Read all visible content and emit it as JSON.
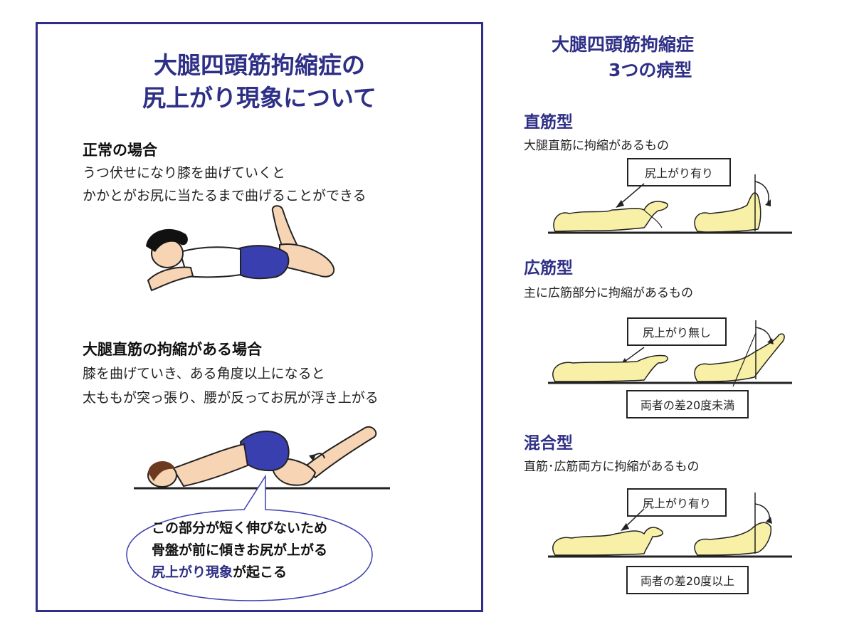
{
  "left": {
    "title_line1": "大腿四頭筋拘縮症の",
    "title_line2": "尻上がり現象について",
    "normal": {
      "heading": "正常の場合",
      "line1": "うつ伏せになり膝を曲げていくと",
      "line2": "かかとがお尻に当たるまで曲げることができる"
    },
    "contracture": {
      "heading": "大腿直筋の拘縮がある場合",
      "line1": "膝を曲げていき、ある角度以上になると",
      "line2": "太ももが突っ張り、腰が反ってお尻が浮き上がる"
    },
    "bubble": {
      "line1": "この部分が短く伸びないため",
      "line2": "骨盤が前に傾きお尻が上がる",
      "line3_highlight": "尻上がり現象",
      "line3_rest": "が起こる"
    }
  },
  "right": {
    "title_line1": "大腿四頭筋拘縮症",
    "title_line2": "3つの病型",
    "types": [
      {
        "heading": "直筋型",
        "desc": "大腿直筋に拘縮があるもの",
        "label_top": "尻上がり有り",
        "label_bottom": ""
      },
      {
        "heading": "広筋型",
        "desc": "主に広筋部分に拘縮があるもの",
        "label_top": "尻上がり無し",
        "label_bottom": "両者の差20度未満"
      },
      {
        "heading": "混合型",
        "desc": "直筋･広筋両方に拘縮があるもの",
        "label_top": "尻上がり有り",
        "label_bottom": "両者の差20度以上"
      }
    ]
  },
  "colors": {
    "accent": "#2e2f86",
    "figure_yellow": "#f7f0a6",
    "skin": "#f6d4b4",
    "shorts": "#3a3fb0"
  }
}
